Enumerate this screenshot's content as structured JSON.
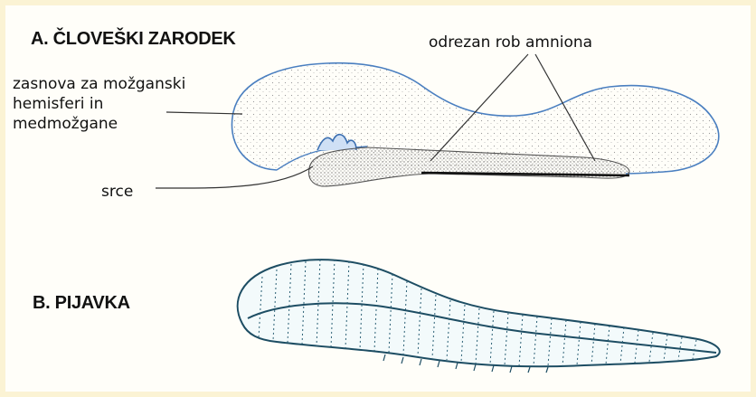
{
  "section_a": {
    "title": "A. ČLOVEŠKI ZARODEK",
    "labels": {
      "brain_line1": "zasnova za možganski",
      "brain_line2": "hemisferi in",
      "brain_line3": "medmožgane",
      "amnion": "odrezan rob amniona",
      "heart": "srce"
    }
  },
  "section_b": {
    "title": "B. PIJAVKA"
  },
  "colors": {
    "embryo_outline": "#4a7fc0",
    "leech_outline": "#1d4d63",
    "leader_line": "#333333",
    "border": "#fbf3d4",
    "stipple": "#8a8a8a"
  }
}
